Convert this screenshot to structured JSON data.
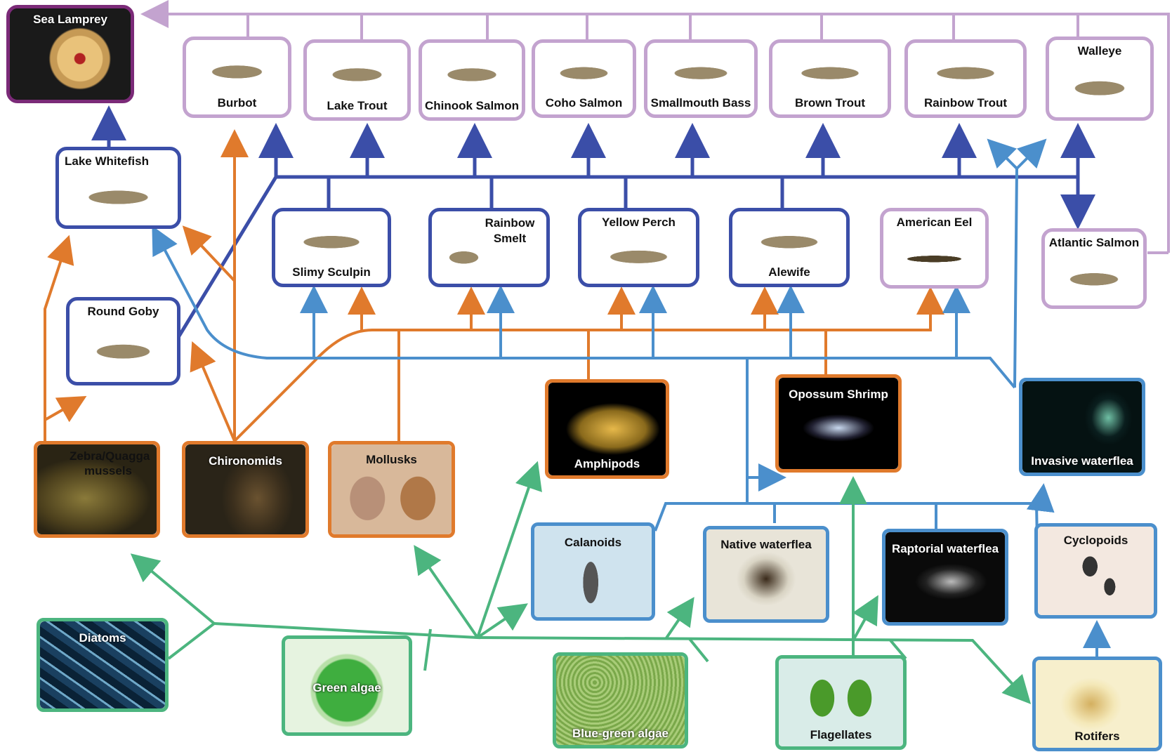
{
  "colors": {
    "purple": "#c3a3cf",
    "deep_purple": "#7b2a78",
    "navy": "#3b4ea8",
    "orange": "#e07a2c",
    "blue": "#4b8fcc",
    "green": "#4cb57f"
  },
  "nodes": {
    "sea_lamprey": "Sea Lamprey",
    "burbot": "Burbot",
    "lake_trout": "Lake Trout",
    "chinook_salmon": "Chinook Salmon",
    "coho_salmon": "Coho Salmon",
    "smallmouth_bass": "Smallmouth Bass",
    "brown_trout": "Brown Trout",
    "rainbow_trout": "Rainbow Trout",
    "walleye": "Walleye",
    "lake_whitefish": "Lake Whitefish",
    "slimy_sculpin": "Slimy Sculpin",
    "rainbow_smelt": "Rainbow Smelt",
    "yellow_perch": "Yellow Perch",
    "alewife": "Alewife",
    "american_eel": "American Eel",
    "atlantic_salmon": "Atlantic Salmon",
    "round_goby": "Round Goby",
    "zebra_quagga": "Zebra/Quagga mussels",
    "chironomids": "Chironomids",
    "mollusks": "Mollusks",
    "amphipods": "Amphipods",
    "opossum_shrimp": "Opossum Shrimp",
    "invasive_waterflea": "Invasive waterflea",
    "calanoids": "Calanoids",
    "native_waterflea": "Native waterflea",
    "raptorial_waterflea": "Raptorial  waterflea",
    "cyclopoids": "Cyclopoids",
    "diatoms": "Diatoms",
    "green_algae": "Green algae",
    "blue_green_algae": "Blue-green algae",
    "flagellates": "Flagellates",
    "rotifers": "Rotifers"
  }
}
